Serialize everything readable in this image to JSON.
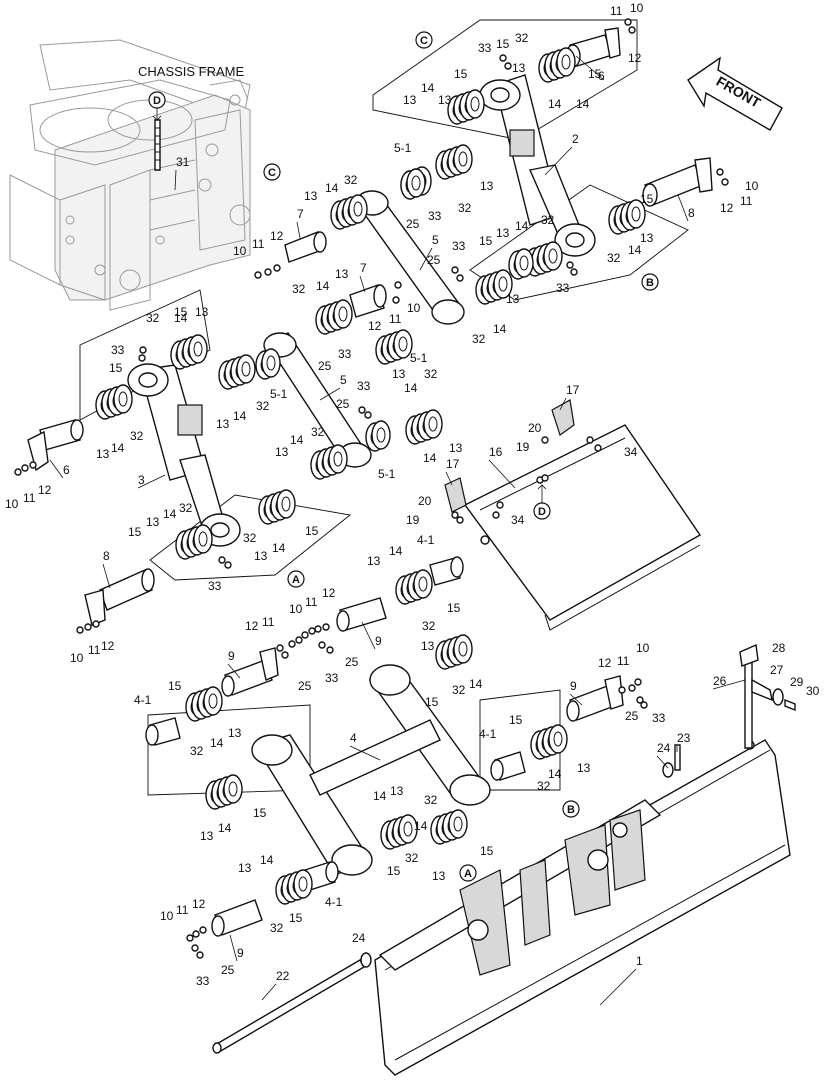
{
  "frame_label": "CHASSIS FRAME",
  "front_label": "FRONT",
  "refs": [
    "A",
    "B",
    "C",
    "D"
  ],
  "callouts": [
    "1",
    "2",
    "3",
    "4",
    "4-1",
    "5",
    "5-1",
    "6",
    "7",
    "8",
    "9",
    "10",
    "11",
    "12",
    "13",
    "14",
    "15",
    "16",
    "17",
    "19",
    "20",
    "22",
    "23",
    "24",
    "25",
    "26",
    "27",
    "28",
    "29",
    "30",
    "31",
    "32",
    "33",
    "34"
  ]
}
